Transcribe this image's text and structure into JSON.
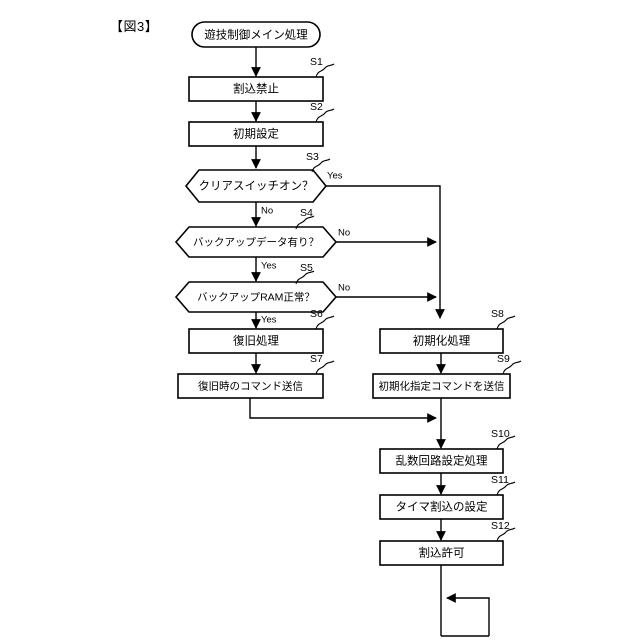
{
  "figure": {
    "title": "【図3】"
  },
  "flowchart": {
    "start": {
      "label": "遊技制御メイン処理",
      "shape": "stadium"
    },
    "branch_labels": {
      "yes": "Yes",
      "no": "No"
    },
    "steps": [
      {
        "id": "S1",
        "label": "割込禁止",
        "shape": "process",
        "column": "left"
      },
      {
        "id": "S2",
        "label": "初期設定",
        "shape": "process",
        "column": "left"
      },
      {
        "id": "S3",
        "label": "クリアスイッチオン？",
        "shape": "decision",
        "column": "left"
      },
      {
        "id": "S4",
        "label": "バックアップデータ有り？",
        "shape": "decision",
        "column": "left"
      },
      {
        "id": "S5",
        "label": "バックアップRAM正常？",
        "shape": "decision",
        "column": "left"
      },
      {
        "id": "S6",
        "label": "復旧処理",
        "shape": "process",
        "column": "left"
      },
      {
        "id": "S7",
        "label": "復旧時のコマンド送信",
        "shape": "process",
        "column": "left"
      },
      {
        "id": "S8",
        "label": "初期化処理",
        "shape": "process",
        "column": "right"
      },
      {
        "id": "S9",
        "label": "初期化指定コマンドを送信",
        "shape": "process",
        "column": "right"
      },
      {
        "id": "S10",
        "label": "乱数回路設定処理",
        "shape": "process",
        "column": "right"
      },
      {
        "id": "S11",
        "label": "タイマ割込の設定",
        "shape": "process",
        "column": "right"
      },
      {
        "id": "S12",
        "label": "割込許可",
        "shape": "process",
        "column": "right"
      }
    ],
    "edges": [
      {
        "from": "start",
        "to": "S1",
        "label": ""
      },
      {
        "from": "S1",
        "to": "S2",
        "label": ""
      },
      {
        "from": "S2",
        "to": "S3",
        "label": ""
      },
      {
        "from": "S3",
        "to": "S4",
        "label": "No"
      },
      {
        "from": "S3",
        "to": "S8",
        "label": "Yes"
      },
      {
        "from": "S4",
        "to": "S5",
        "label": "Yes"
      },
      {
        "from": "S4",
        "to": "S8",
        "label": "No"
      },
      {
        "from": "S5",
        "to": "S6",
        "label": "Yes"
      },
      {
        "from": "S5",
        "to": "S8",
        "label": "No"
      },
      {
        "from": "S6",
        "to": "S7",
        "label": ""
      },
      {
        "from": "S7",
        "to": "S10",
        "label": ""
      },
      {
        "from": "S8",
        "to": "S9",
        "label": ""
      },
      {
        "from": "S9",
        "to": "S10",
        "label": ""
      },
      {
        "from": "S10",
        "to": "S11",
        "label": ""
      },
      {
        "from": "S11",
        "to": "S12",
        "label": ""
      },
      {
        "from": "S12",
        "to": "loop",
        "label": ""
      }
    ],
    "colors": {
      "stroke": "#000000",
      "fill": "#ffffff",
      "background": "#ffffff"
    }
  }
}
